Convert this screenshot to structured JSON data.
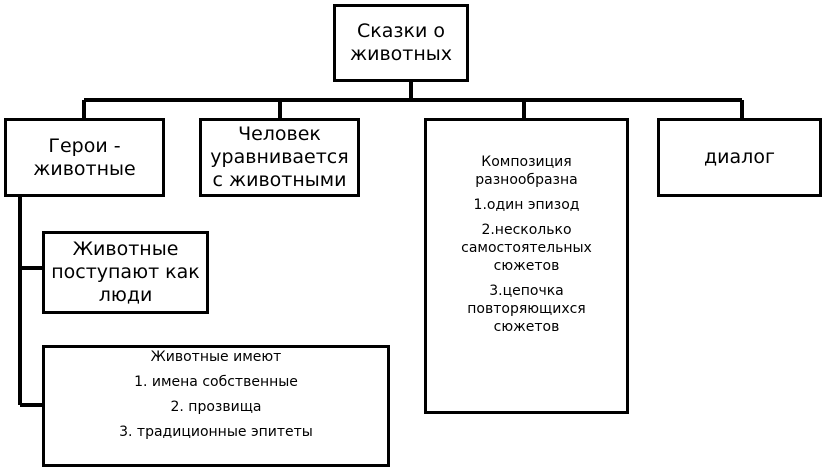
{
  "diagram": {
    "root": {
      "line1": "Сказки о",
      "line2": "животных"
    },
    "heroes": {
      "line1": "Герои -",
      "line2": "животные"
    },
    "human": {
      "line1": "Человек",
      "line2": "уравнивается",
      "line3": "с животными"
    },
    "composition": {
      "title1": "Композиция",
      "title2": "разнообразна",
      "item1": "1.один эпизод",
      "item2_line1": "2.несколько",
      "item2_line2": "самостоятельных",
      "item2_line3": "сюжетов",
      "item3_line1": "3.цепочка",
      "item3_line2": "повторяющихся",
      "item3_line3": "сюжетов"
    },
    "dialog": {
      "label": "диалог"
    },
    "animals_act": {
      "line1": "Животные",
      "line2": "поступают как",
      "line3": "люди"
    },
    "animals_have": {
      "title": "Животные имеют",
      "item1": "1. имена собственные",
      "item2": "2. прозвища",
      "item3": "3. традиционные эпитеты"
    }
  },
  "colors": {
    "stroke": "#000000",
    "background": "#ffffff"
  }
}
